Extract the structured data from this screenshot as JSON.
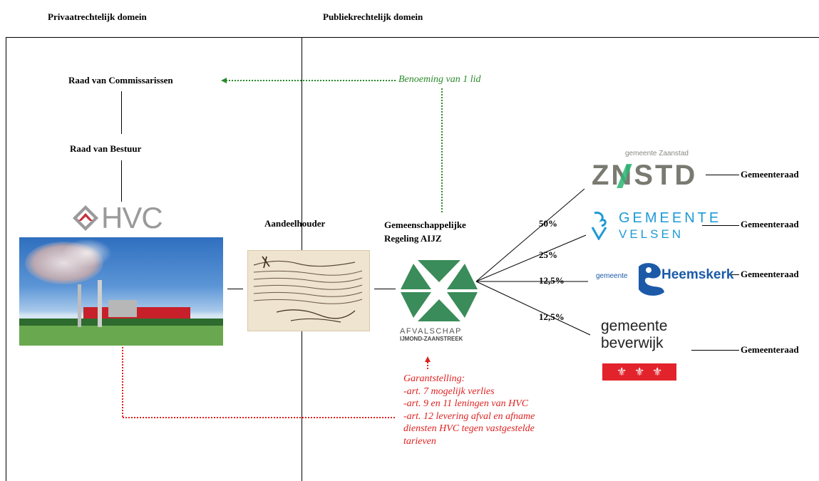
{
  "headers": {
    "private_domain": "Privaatrechtelijk domein",
    "public_domain": "Publiekrechtelijk domein"
  },
  "nodes": {
    "raad_commissarissen": "Raad van Commissarissen",
    "raad_bestuur": "Raad van Bestuur",
    "aandeelhouder": "Aandeelhouder",
    "gr_line1": "Gemeenschappelijke",
    "gr_line2": "Regeling AIJZ"
  },
  "hvc_logo_text": "HVC",
  "afvalschap": {
    "line1": "AFVALSCHAP",
    "line2": "IJMOND-ZAANSTREEK"
  },
  "benoeming": "Benoeming van 1 lid",
  "garantstelling": [
    "Garantstelling:",
    "-art. 7 mogelijk verlies",
    "-art. 9 en 11 leningen van HVC",
    "-art. 12 levering afval en afname",
    "diensten HVC tegen vastgestelde",
    "tarieven"
  ],
  "municipalities": [
    {
      "share": "50%",
      "council": "Gemeenteraad",
      "logo_top": "gemeente Zaanstad",
      "logo_main": "ZNSTD"
    },
    {
      "share": "25%",
      "council": "Gemeenteraad",
      "logo_top": "GEMEENTE",
      "logo_main": "VELSEN"
    },
    {
      "share": "12,5%",
      "council": "Gemeenteraad",
      "logo_top": "gemeente",
      "logo_main": "Heemskerk"
    },
    {
      "share": "12,5%",
      "council": "Gemeenteraad",
      "logo_top": "gemeente",
      "logo_main": "beverwijk"
    }
  ],
  "colors": {
    "green_dotted": "#2a8a2a",
    "red_dotted": "#e02020",
    "afvalschap_green": "#3a8c5a",
    "hvc_red": "#c8303a",
    "zaanstad_gray": "#7a7a72",
    "zaanstad_green": "#2bb673",
    "velsen_blue": "#1d9ad6",
    "heemskerk_blue": "#1c5aa8",
    "beverwijk_red": "#e2232c"
  }
}
